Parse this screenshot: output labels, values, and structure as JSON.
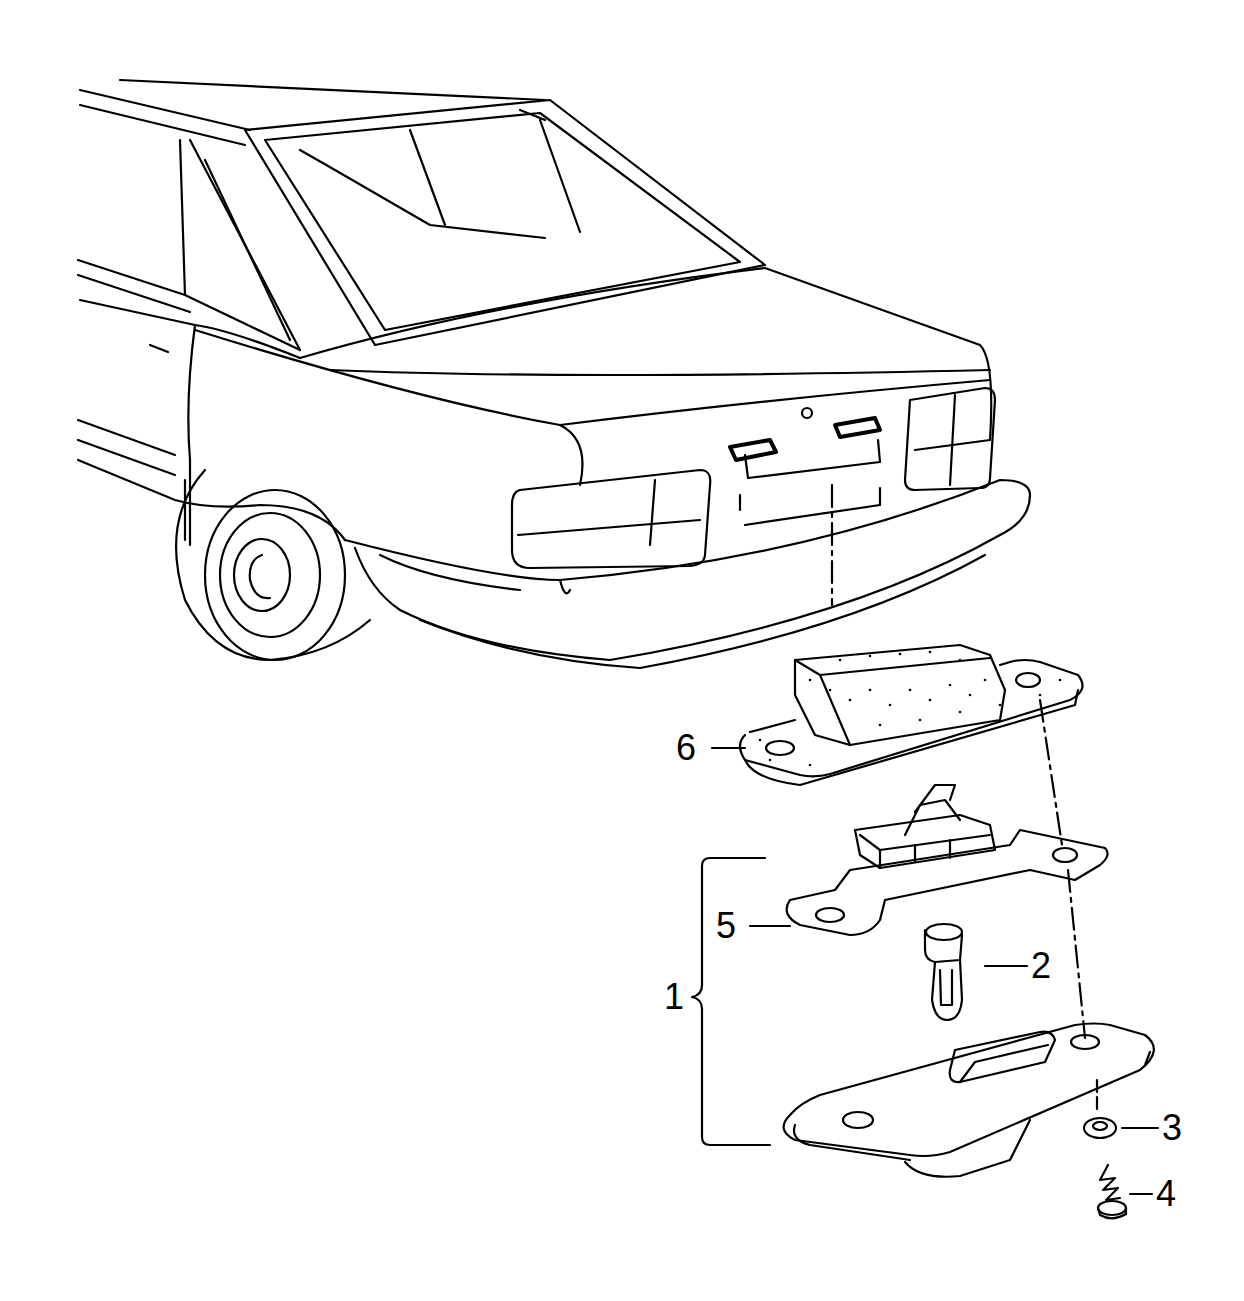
{
  "diagram": {
    "labels": [
      "6",
      "5",
      "2",
      "1",
      "3",
      "4"
    ]
  }
}
